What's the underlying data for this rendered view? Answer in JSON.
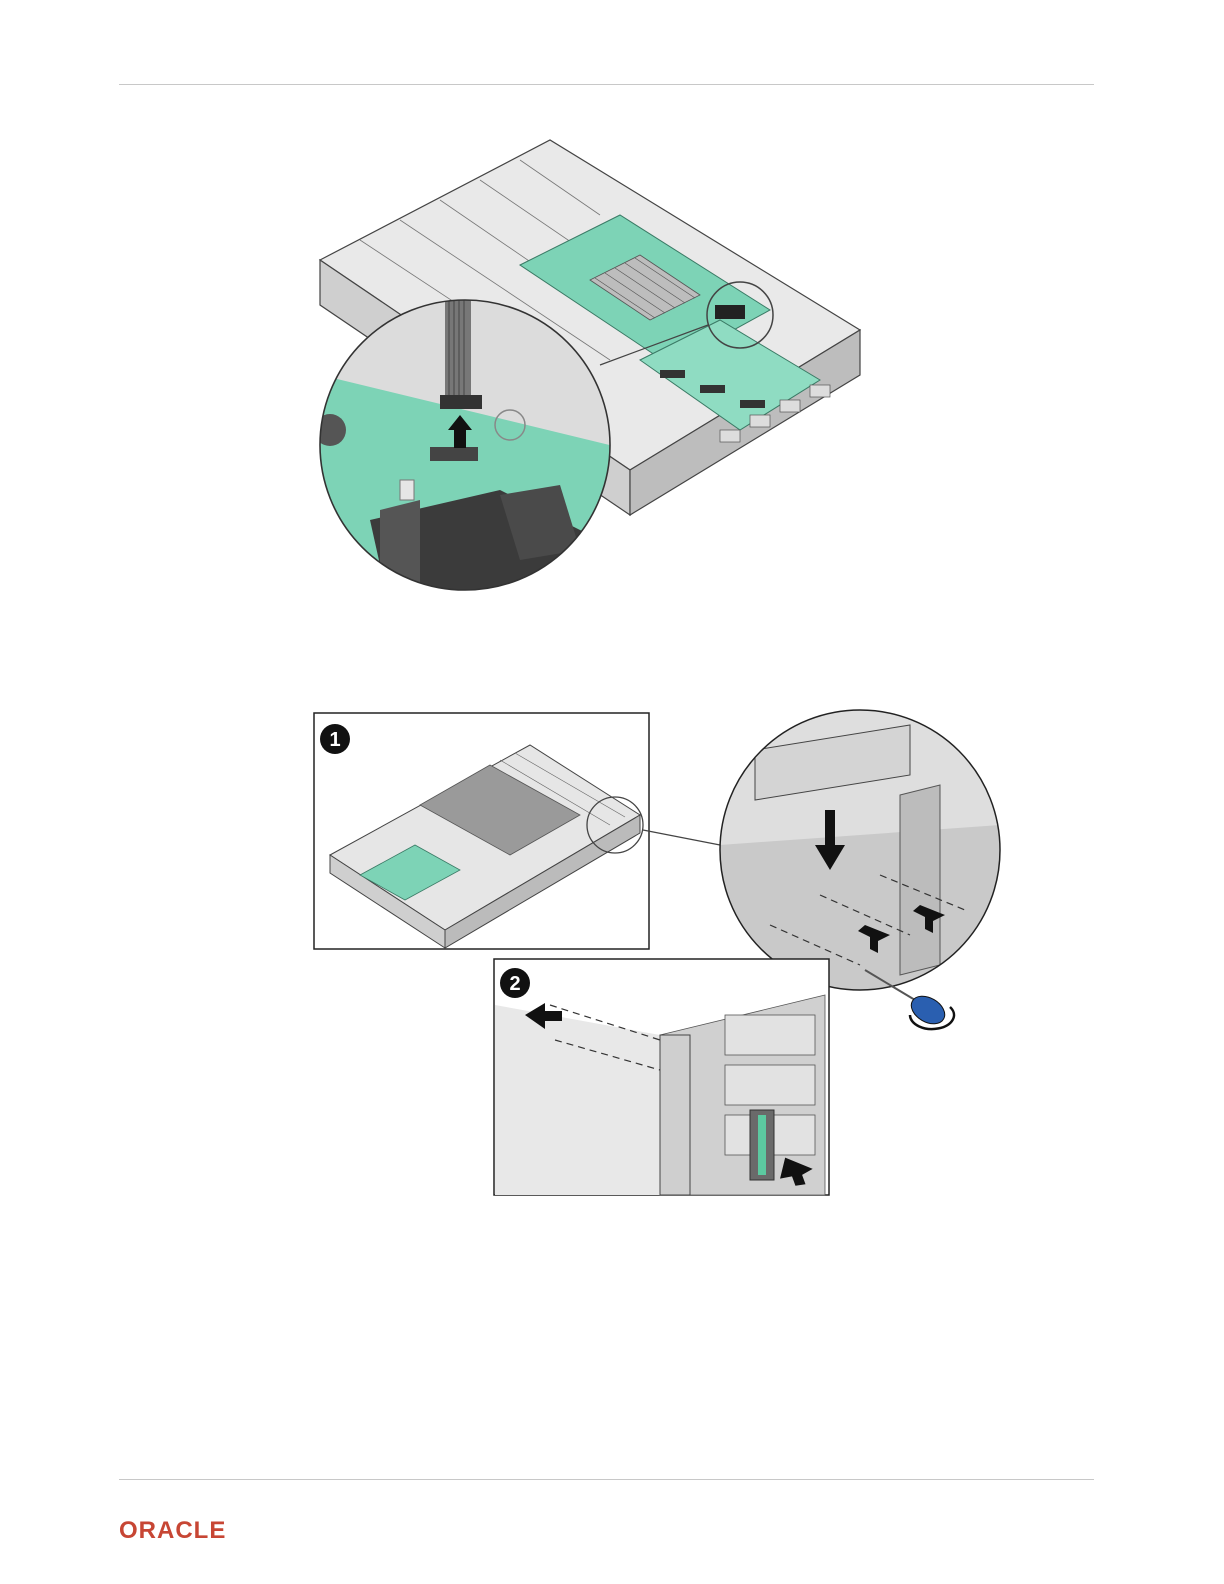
{
  "header": {},
  "figures": [
    {
      "id": "figure-1",
      "description_hidden": true,
      "callouts": []
    },
    {
      "id": "figure-2",
      "callouts": [
        "1",
        "2"
      ]
    }
  ],
  "footer": {
    "logo_text": "ORACLE",
    "brand_color": "#c74634"
  }
}
